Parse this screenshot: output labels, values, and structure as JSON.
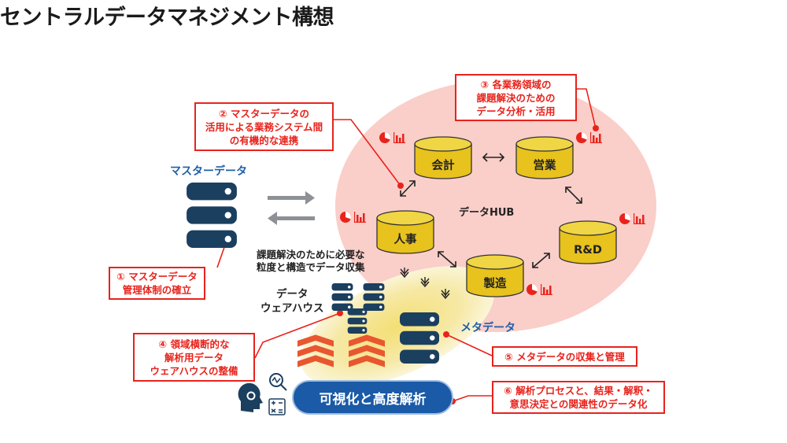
{
  "title": "セントラルデータマネジメント構想",
  "labels": {
    "master_data": "マスターデータ",
    "data_hub": "データHUB",
    "collection_note": "課題解決のために必要な\n粒度と構造でデータ収集",
    "warehouse": "データ\nウェアハウス",
    "metadata": "メタデータ"
  },
  "departments": {
    "accounting": "会計",
    "sales": "営業",
    "hr": "人事",
    "rnd": "R&D",
    "manufacturing": "製造"
  },
  "callouts": [
    {
      "id": "c1",
      "text": "① マスターデータ\n管理体制の確立"
    },
    {
      "id": "c2",
      "text": "② マスターデータの\n活用による業務システム間\nの有機的な連携"
    },
    {
      "id": "c3",
      "text": "③ 各業務領域の\n課題解決のための\nデータ分析・活用"
    },
    {
      "id": "c4",
      "text": "④ 領域横断的な\n解析用データ\nウェアハウスの整備"
    },
    {
      "id": "c5",
      "text": "⑤ メタデータの収集と管理"
    },
    {
      "id": "c6",
      "text": "⑥ 解析プロセスと、結果・解釈・\n意思決定との関連性のデータ化"
    }
  ],
  "analytics_button": "可視化と高度解析",
  "colors": {
    "accent_red": "#e8231c",
    "hub_pink": "#f9c9c3",
    "cylinder_gold": "#e8c21d",
    "server_navy": "#1b3f5f",
    "button_navy": "#1a5aa6",
    "glow_yellow": "#f3e282",
    "chevron_orange": "#e8572f"
  },
  "icons": [
    "server-icon",
    "pie-chart-icon",
    "bar-chart-icon",
    "ai-head-icon",
    "magnify-chart-icon",
    "calculator-icon"
  ]
}
